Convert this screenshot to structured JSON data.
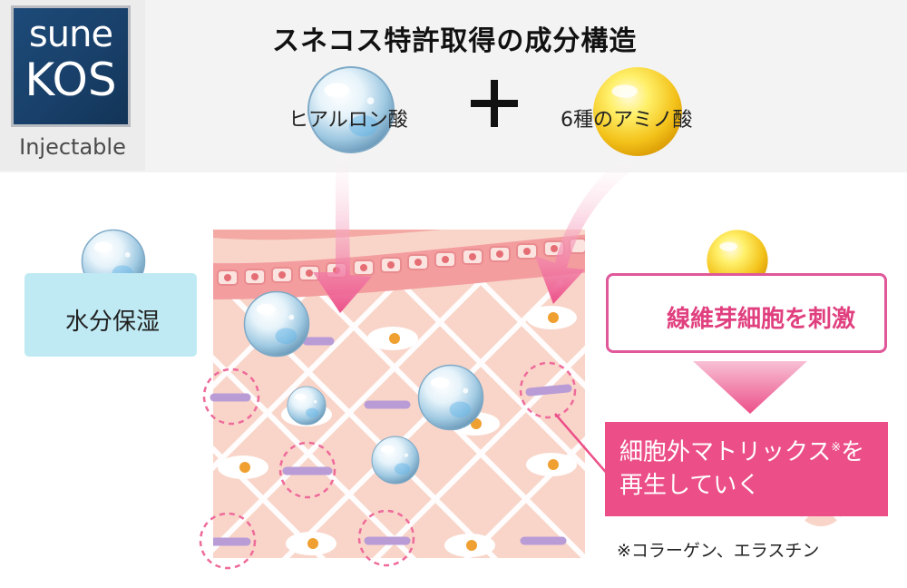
{
  "logo": {
    "line1": "sune",
    "line2": "KOS",
    "subtitle": "Injectable"
  },
  "title": "スネコス特許取得の成分構造",
  "ingredients": {
    "left": "ヒアルロン酸",
    "right": "6種のアミノ酸"
  },
  "effects": {
    "moisture": "水分保湿",
    "fibroblast": "線維芽細胞を刺激",
    "matrix_line1": "細胞外マトリックス",
    "matrix_mark": "※",
    "matrix_line1_end": "を",
    "matrix_line2": "再生していく",
    "footnote": "※コラーゲン、エラスチン"
  },
  "colors": {
    "pink_accent": "#ec4f88",
    "water_box": "#bfeaf4",
    "skin": "#f9d5c9",
    "fiber": "#b99bd6",
    "nucleus": "#f0a030",
    "brand_navy": "#183f68"
  },
  "icons": [
    "hyaluronic-bubble-icon",
    "amino-acid-drop-icon",
    "plus-icon",
    "fibroblast-cell-icon",
    "fiber-icon",
    "arrow-icon"
  ]
}
